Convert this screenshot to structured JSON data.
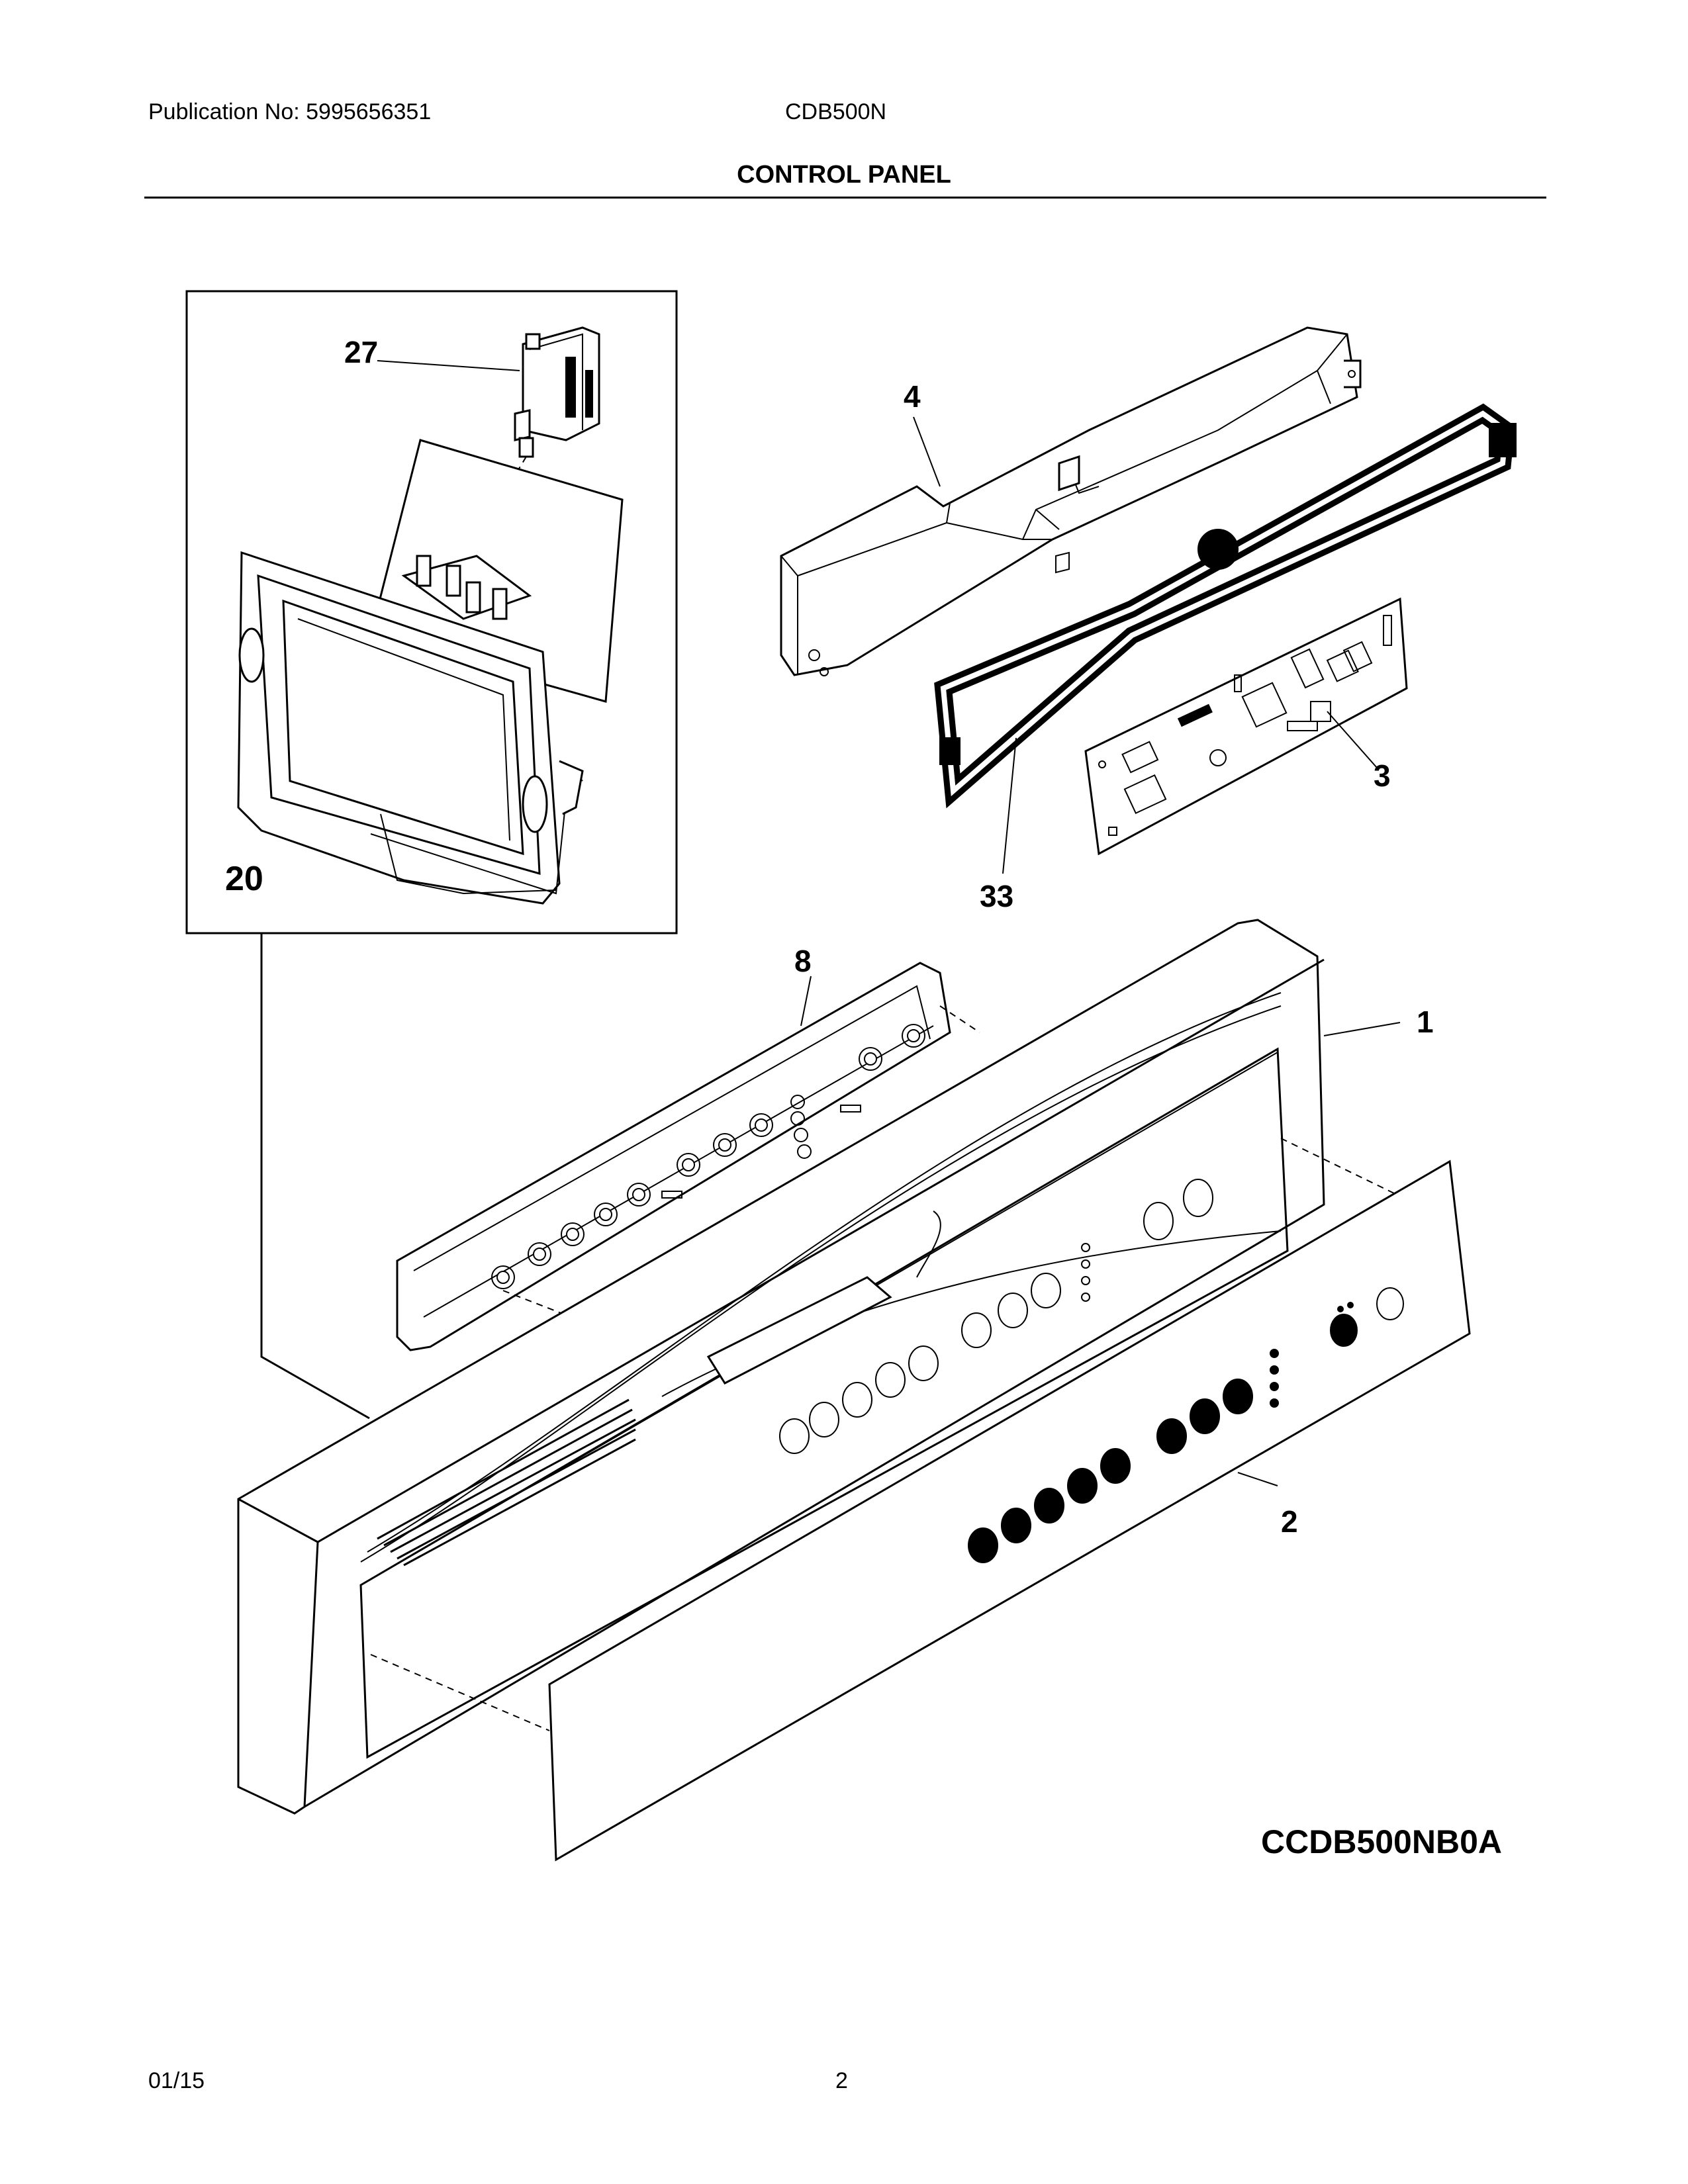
{
  "header": {
    "publication": "Publication No: 5995656351",
    "model": "CDB500N",
    "section_title": "CONTROL PANEL"
  },
  "callouts": {
    "c27": "27",
    "c4": "4",
    "c20": "20",
    "c3": "3",
    "c33": "33",
    "c8": "8",
    "c1": "1",
    "c2": "2"
  },
  "diagram_code": "CCDB500NB0A",
  "footer": {
    "date": "01/15",
    "page": "2"
  }
}
